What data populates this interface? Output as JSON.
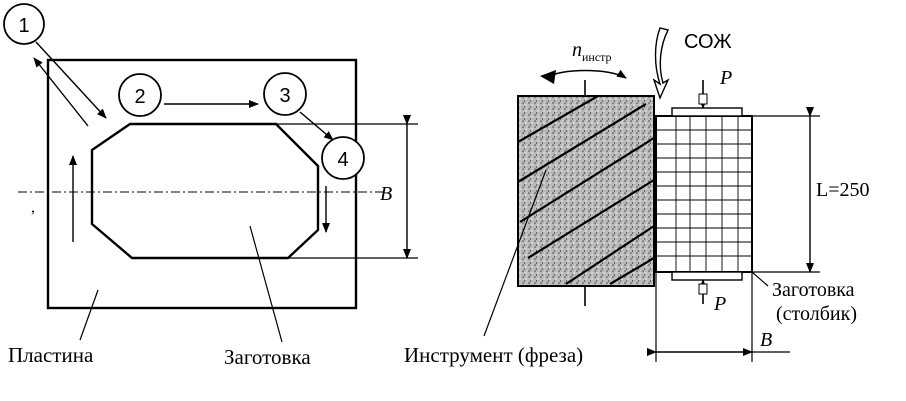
{
  "left_diagram": {
    "steps": [
      "1",
      "2",
      "3",
      "4"
    ],
    "dimension_label": "B",
    "plate_label": "Пластина",
    "workpiece_label": "Заготовка"
  },
  "right_diagram": {
    "speed_symbol": "n",
    "speed_subscript": "инстр",
    "coolant_label": "СОЖ",
    "force_label_top": "P",
    "force_label_bottom": "P",
    "length_label": "L=250",
    "workpiece_label_line1": "Заготовка",
    "workpiece_label_line2": "(столбик)",
    "tool_label": "Инструмент (фреза)",
    "width_label": "B"
  }
}
